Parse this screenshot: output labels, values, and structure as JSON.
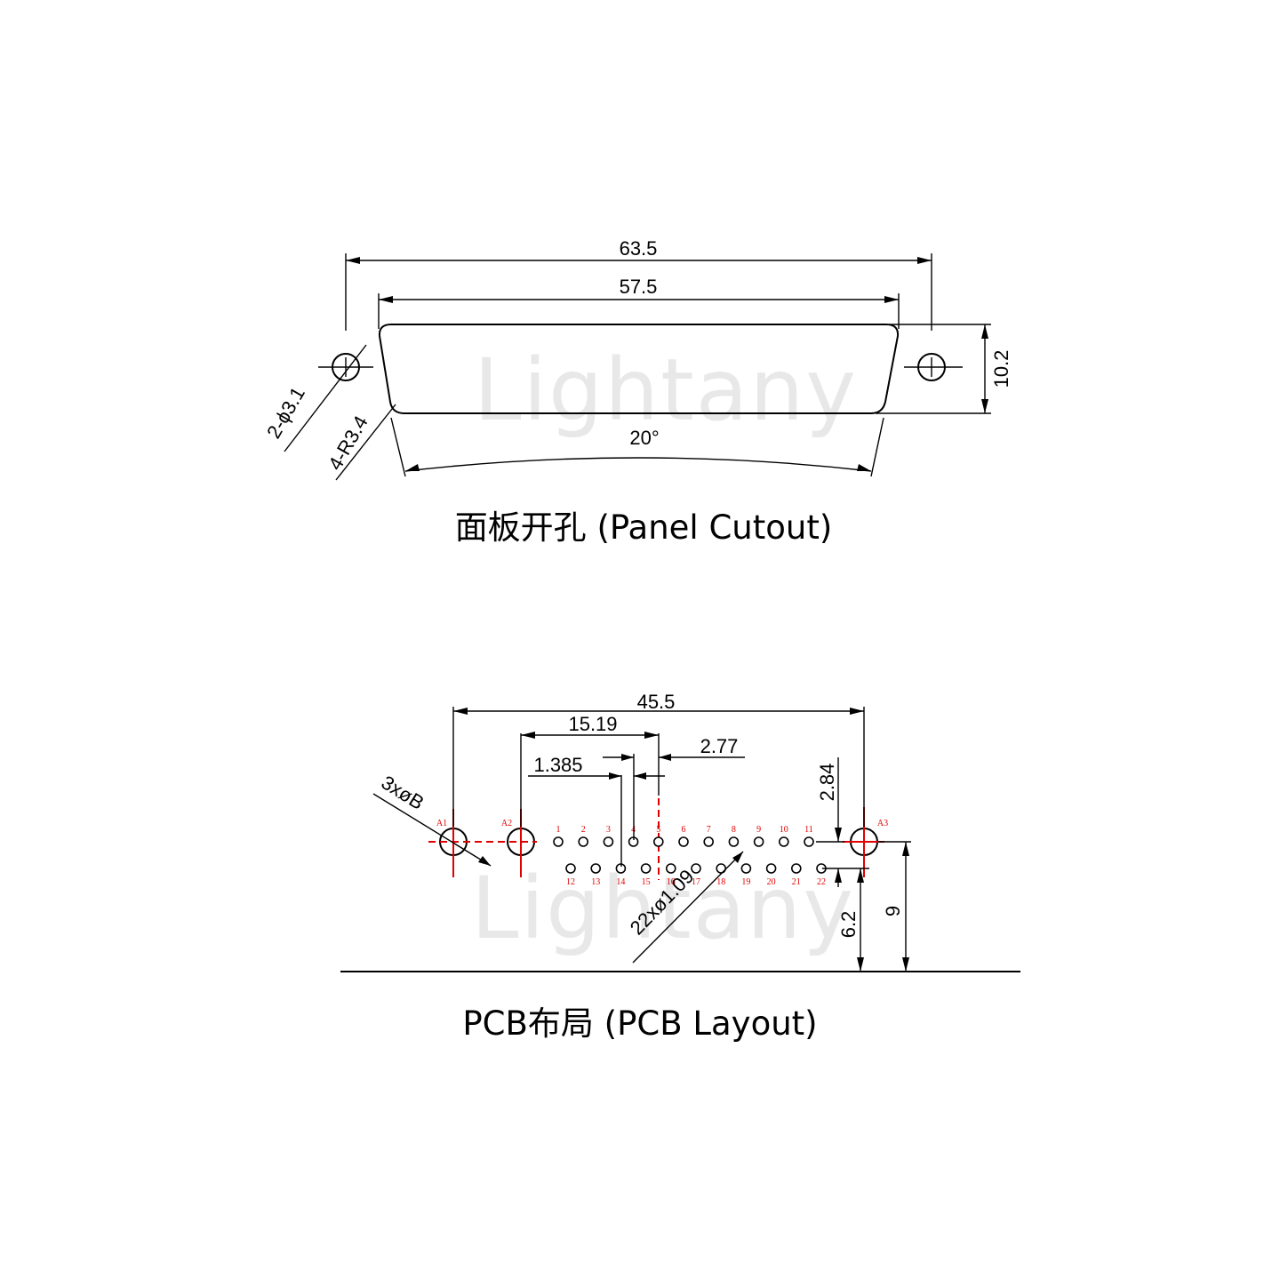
{
  "watermark": "Lightany",
  "panel": {
    "caption": "面板开孔 (Panel Cutout)",
    "dim_overall": "63.5",
    "dim_cutout": "57.5",
    "dim_height": "10.2",
    "dim_holes": "2-ϕ3.1",
    "dim_radius": "4-R3.4",
    "dim_angle": "20°"
  },
  "pcb": {
    "caption": "PCB布局 (PCB Layout)",
    "dim_overall": "45.5",
    "dim_a2_to_pin5": "15.19",
    "dim_pitch": "2.77",
    "dim_half_pitch": "1.385",
    "dim_row_spacing": "2.84",
    "dim_row_to_edge": "6.2",
    "dim_mount_to_edge": "9",
    "dim_mount_holes": "3xøB",
    "dim_pin_holes": "22xø1.09",
    "mount_labels": [
      "A1",
      "A2",
      "A3"
    ],
    "top_pins": [
      "1",
      "2",
      "3",
      "4",
      "5",
      "6",
      "7",
      "8",
      "9",
      "10",
      "11"
    ],
    "bottom_pins": [
      "12",
      "13",
      "14",
      "15",
      "16",
      "17",
      "18",
      "19",
      "20",
      "21",
      "22"
    ]
  }
}
